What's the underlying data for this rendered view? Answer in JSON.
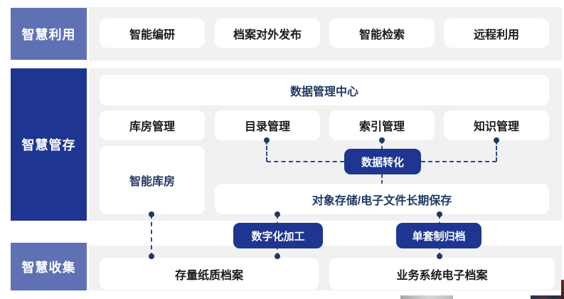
{
  "palette": {
    "band_background": "#f1f1f2",
    "light_blue_label": "#5f71b5",
    "dark_blue": "#1e3592",
    "navy_text": "#1f3864",
    "black_text": "#1a1a1a",
    "connector": "#2b4a8b"
  },
  "rows": {
    "use": {
      "label": "智慧利用",
      "items": [
        "智能编研",
        "档案对外发布",
        "智能检索",
        "远程利用"
      ]
    },
    "store": {
      "label": "智慧管存",
      "data_center": "数据管理中心",
      "modules": [
        "库房管理",
        "目录管理",
        "索引管理",
        "知识管理"
      ],
      "smart_warehouse": "智能库房",
      "data_transform": "数据转化",
      "long_term_storage": "对象存储/电子文件长期保存"
    },
    "collect": {
      "label": "智慧收集",
      "digitization": "数字化加工",
      "single_set_archive": "单套制归档",
      "sources": [
        "存量纸质档案",
        "业务系统电子档案"
      ]
    }
  }
}
